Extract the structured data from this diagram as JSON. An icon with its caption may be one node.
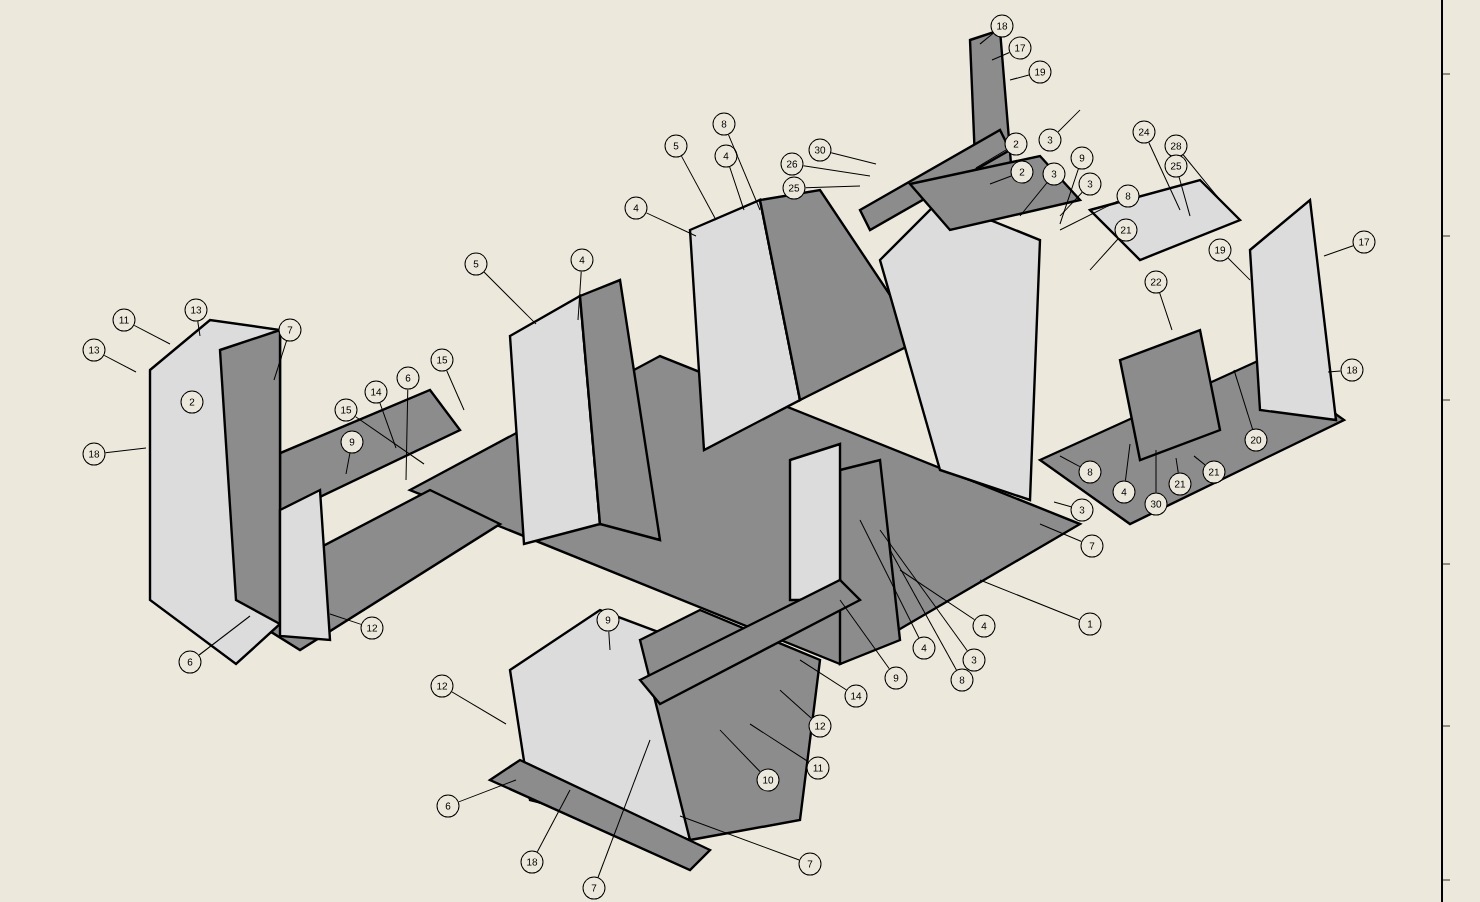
{
  "diagram": {
    "nodes": [
      {
        "text": [
          "18"
        ]
      },
      {
        "text": [
          "17"
        ]
      },
      {
        "text": [
          "19"
        ]
      },
      {
        "text": [
          "8"
        ]
      },
      {
        "text": [
          "24"
        ]
      },
      {
        "text": [
          "5"
        ]
      },
      {
        "text": [
          "2"
        ]
      },
      {
        "text": [
          "3"
        ]
      },
      {
        "text": [
          "28"
        ]
      },
      {
        "text": [
          "30"
        ]
      },
      {
        "text": [
          "4"
        ]
      },
      {
        "text": [
          "9"
        ]
      },
      {
        "text": [
          "26"
        ]
      },
      {
        "text": [
          "25"
        ]
      },
      {
        "text": [
          "2"
        ]
      },
      {
        "text": [
          "3"
        ]
      },
      {
        "text": [
          "3"
        ]
      },
      {
        "text": [
          "25"
        ]
      },
      {
        "text": [
          "8"
        ]
      },
      {
        "text": [
          "4"
        ]
      },
      {
        "text": [
          "21"
        ]
      },
      {
        "text": [
          "19"
        ]
      },
      {
        "text": [
          "17"
        ]
      },
      {
        "text": [
          "5"
        ]
      },
      {
        "text": [
          "4"
        ]
      },
      {
        "text": [
          "22"
        ]
      },
      {
        "text": [
          "11"
        ]
      },
      {
        "text": [
          "13"
        ]
      },
      {
        "text": [
          "7"
        ]
      },
      {
        "text": [
          "13"
        ]
      },
      {
        "text": [
          "15"
        ]
      },
      {
        "text": [
          "18"
        ]
      },
      {
        "text": [
          "6"
        ]
      },
      {
        "text": [
          "14"
        ]
      },
      {
        "text": [
          "15"
        ]
      },
      {
        "text": [
          "2"
        ]
      },
      {
        "text": [
          "20"
        ]
      },
      {
        "text": [
          "9"
        ]
      },
      {
        "text": [
          "18"
        ]
      },
      {
        "text": [
          "21"
        ]
      },
      {
        "text": [
          "8"
        ]
      },
      {
        "text": [
          "21"
        ]
      },
      {
        "text": [
          "4"
        ]
      },
      {
        "text": [
          "30"
        ]
      },
      {
        "text": [
          "3"
        ]
      },
      {
        "text": [
          "7"
        ]
      },
      {
        "text": [
          "9"
        ]
      },
      {
        "text": [
          "1"
        ]
      },
      {
        "text": [
          "4"
        ]
      },
      {
        "text": [
          "12"
        ]
      },
      {
        "text": [
          "4"
        ]
      },
      {
        "text": [
          "3"
        ]
      },
      {
        "text": [
          "6"
        ]
      },
      {
        "text": [
          "8"
        ]
      },
      {
        "text": [
          "9"
        ]
      },
      {
        "text": [
          "12"
        ]
      },
      {
        "text": [
          "14"
        ]
      },
      {
        "text": [
          "12"
        ]
      },
      {
        "text": [
          "11"
        ]
      },
      {
        "text": [
          "10"
        ]
      },
      {
        "text": [
          "6"
        ]
      },
      {
        "text": [
          "18"
        ]
      },
      {
        "text": [
          "7"
        ]
      },
      {
        "text": [
          "7"
        ]
      }
    ],
    "edges": [
      {
        "from": 0,
        "to": null,
        "arrow": "none"
      },
      {
        "from": 1,
        "to": null,
        "arrow": "none"
      },
      {
        "from": 2,
        "to": null,
        "arrow": "none"
      },
      {
        "from": 3,
        "to": null,
        "arrow": "none"
      },
      {
        "from": 4,
        "to": null,
        "arrow": "none"
      },
      {
        "from": 5,
        "to": null,
        "arrow": "none"
      },
      {
        "from": 6,
        "to": null,
        "arrow": "none"
      },
      {
        "from": 7,
        "to": null,
        "arrow": "none"
      },
      {
        "from": 8,
        "to": null,
        "arrow": "none"
      },
      {
        "from": 9,
        "to": null,
        "arrow": "none"
      },
      {
        "from": 10,
        "to": null,
        "arrow": "none"
      },
      {
        "from": 11,
        "to": null,
        "arrow": "none"
      },
      {
        "from": 12,
        "to": null,
        "arrow": "none"
      },
      {
        "from": 13,
        "to": null,
        "arrow": "none"
      },
      {
        "from": 14,
        "to": null,
        "arrow": "none"
      },
      {
        "from": 15,
        "to": null,
        "arrow": "none"
      },
      {
        "from": 16,
        "to": null,
        "arrow": "none"
      },
      {
        "from": 17,
        "to": null,
        "arrow": "none"
      },
      {
        "from": 18,
        "to": null,
        "arrow": "none"
      },
      {
        "from": 19,
        "to": null,
        "arrow": "none"
      },
      {
        "from": 20,
        "to": null,
        "arrow": "none"
      },
      {
        "from": 21,
        "to": null,
        "arrow": "none"
      },
      {
        "from": 22,
        "to": null,
        "arrow": "none"
      },
      {
        "from": 23,
        "to": null,
        "arrow": "none"
      },
      {
        "from": 24,
        "to": null,
        "arrow": "none"
      },
      {
        "from": 25,
        "to": null,
        "arrow": "none"
      },
      {
        "from": 26,
        "to": null,
        "arrow": "none"
      },
      {
        "from": 27,
        "to": null,
        "arrow": "none"
      },
      {
        "from": 28,
        "to": null,
        "arrow": "none"
      },
      {
        "from": 29,
        "to": null,
        "arrow": "none"
      },
      {
        "from": 30,
        "to": null,
        "arrow": "none"
      },
      {
        "from": 31,
        "to": null,
        "arrow": "none"
      },
      {
        "from": 32,
        "to": null,
        "arrow": "none"
      },
      {
        "from": 33,
        "to": null,
        "arrow": "none"
      },
      {
        "from": 34,
        "to": null,
        "arrow": "none"
      },
      {
        "from": 36,
        "to": null,
        "arrow": "none"
      },
      {
        "from": 37,
        "to": null,
        "arrow": "none"
      },
      {
        "from": 38,
        "to": null,
        "arrow": "none"
      },
      {
        "from": 39,
        "to": null,
        "arrow": "none"
      },
      {
        "from": 40,
        "to": null,
        "arrow": "none"
      },
      {
        "from": 41,
        "to": null,
        "arrow": "none"
      },
      {
        "from": 42,
        "to": null,
        "arrow": "none"
      },
      {
        "from": 43,
        "to": null,
        "arrow": "none"
      },
      {
        "from": 44,
        "to": null,
        "arrow": "none"
      },
      {
        "from": 45,
        "to": null,
        "arrow": "none"
      },
      {
        "from": 46,
        "to": null,
        "arrow": "none"
      },
      {
        "from": 47,
        "to": null,
        "arrow": "none"
      },
      {
        "from": 48,
        "to": null,
        "arrow": "none"
      },
      {
        "from": 49,
        "to": null,
        "arrow": "none"
      },
      {
        "from": 50,
        "to": null,
        "arrow": "none"
      },
      {
        "from": 51,
        "to": null,
        "arrow": "none"
      },
      {
        "from": 52,
        "to": null,
        "arrow": "none"
      },
      {
        "from": 53,
        "to": null,
        "arrow": "none"
      },
      {
        "from": 54,
        "to": null,
        "arrow": "none"
      },
      {
        "from": 55,
        "to": null,
        "arrow": "none"
      },
      {
        "from": 56,
        "to": null,
        "arrow": "none"
      },
      {
        "from": 57,
        "to": null,
        "arrow": "none"
      },
      {
        "from": 58,
        "to": null,
        "arrow": "none"
      },
      {
        "from": 59,
        "to": null,
        "arrow": "none"
      },
      {
        "from": 60,
        "to": null,
        "arrow": "none"
      },
      {
        "from": 61,
        "to": null,
        "arrow": "none"
      },
      {
        "from": 62,
        "to": null,
        "arrow": "none"
      },
      {
        "from": 63,
        "to": null,
        "arrow": "none"
      }
    ]
  }
}
